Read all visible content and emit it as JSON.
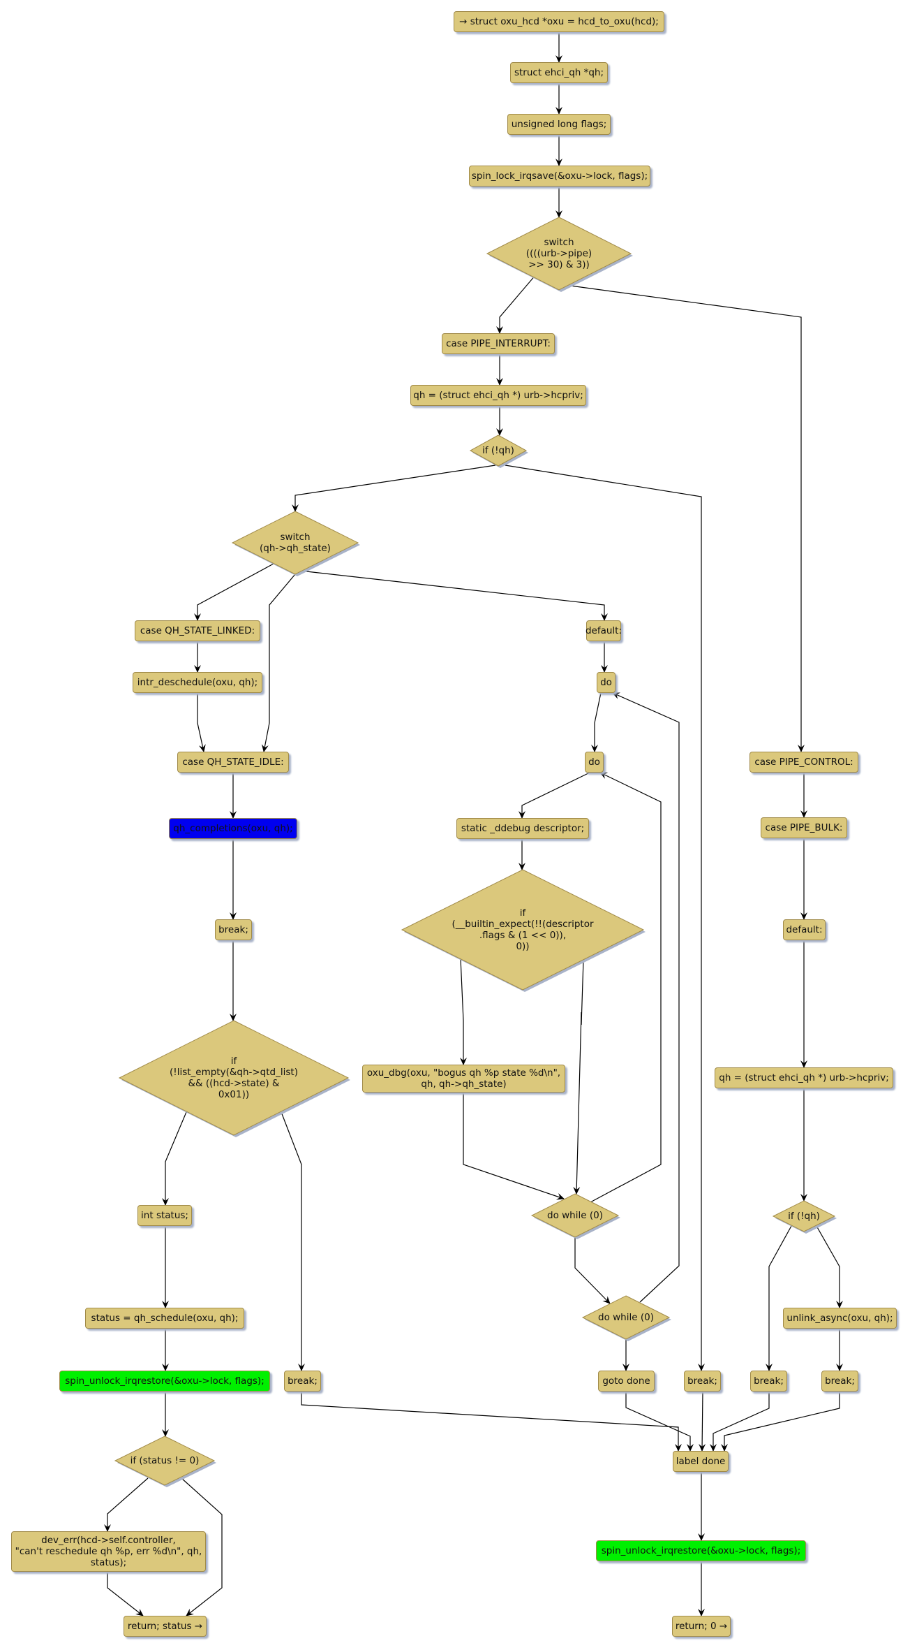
{
  "diagram": {
    "type": "control-flow-graph",
    "colors": {
      "node_fill": "#dbc87c",
      "node_border": "#a08a48",
      "highlight_green": "#00f000",
      "highlight_blue": "#0000f0",
      "edge": "#000000"
    },
    "nodes": {
      "entry": "→ struct oxu_hcd *oxu = hcd_to_oxu(hcd);",
      "decl_qh": "struct ehci_qh *qh;",
      "decl_flags": "unsigned long flags;",
      "lock": "spin_lock_irqsave(&oxu->lock, flags);",
      "switch_pipe": "switch\n((((urb->pipe)\n>> 30) & 3))",
      "case_interrupt": "case PIPE_INTERRUPT:",
      "qh_assign_1": "qh = (struct ehci_qh *) urb->hcpriv;",
      "if_not_qh_1": "if (!qh)",
      "switch_state": "switch\n(qh->qh_state)",
      "case_linked": "case QH_STATE_LINKED:",
      "intr_deschedule": "intr_deschedule(oxu, qh);",
      "case_idle": "case QH_STATE_IDLE:",
      "qh_completions": "qh_completions(oxu, qh);",
      "break_idle": "break;",
      "if_list_empty": "if\n(!list_empty(&qh->qtd_list)\n&& ((hcd->state) &\n0x01))",
      "int_status": "int status;",
      "qh_schedule": "status = qh_schedule(oxu, qh);",
      "unlock_1": "spin_unlock_irqrestore(&oxu->lock, flags);",
      "if_status": "if (status != 0)",
      "dev_err": "dev_err(hcd->self.controller,\n\"can't reschedule qh %p, err %d\\n\", qh,\nstatus);",
      "return_status": "return; status →",
      "break_list": "break;",
      "default_state": "default:",
      "do_outer": "do",
      "do_inner": "do",
      "ddebug": "static _ddebug descriptor;",
      "if_builtin": "if\n(__builtin_expect(!!(descriptor\n.flags & (1 << 0)),\n0))",
      "oxu_dbg": "oxu_dbg(oxu, \"bogus qh %p state %d\\n\",\nqh, qh->qh_state)",
      "do_while_inner": "do while (0)",
      "do_while_outer": "do while (0)",
      "goto_done": "goto done",
      "break_not_qh_1": "break;",
      "case_control": "case PIPE_CONTROL:",
      "case_bulk": "case PIPE_BULK:",
      "default_pipe": "default:",
      "qh_assign_2": "qh = (struct ehci_qh *) urb->hcpriv;",
      "if_not_qh_2": "if (!qh)",
      "unlink_async": "unlink_async(oxu, qh);",
      "break_not_qh_2": "break;",
      "break_unlink": "break;",
      "label_done": "label done",
      "unlock_2": "spin_unlock_irqrestore(&oxu->lock, flags);",
      "return_zero": "return; 0 →"
    }
  }
}
